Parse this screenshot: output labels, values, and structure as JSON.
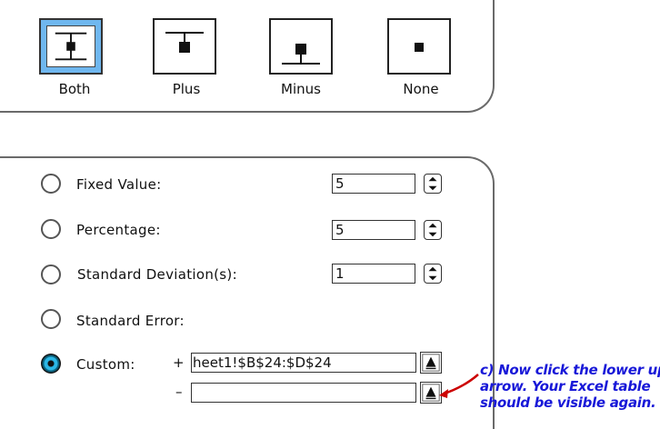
{
  "error_bar_direction": {
    "options": [
      {
        "id": "both",
        "label": "Both",
        "icon": "error-bar-both-icon",
        "selected": true
      },
      {
        "id": "plus",
        "label": "Plus",
        "icon": "error-bar-plus-icon",
        "selected": false
      },
      {
        "id": "minus",
        "label": "Minus",
        "icon": "error-bar-minus-icon",
        "selected": false
      },
      {
        "id": "none",
        "label": "None",
        "icon": "error-bar-none-icon",
        "selected": false
      }
    ],
    "selected_color": "#6fb7ef"
  },
  "error_amount": {
    "options": [
      {
        "id": "fixed",
        "label": "Fixed Value:",
        "value": "5",
        "checked": false
      },
      {
        "id": "percentage",
        "label": "Percentage:",
        "value": "5",
        "checked": false
      },
      {
        "id": "stdev",
        "label": "Standard Deviation(s):",
        "value": "1",
        "checked": false
      },
      {
        "id": "stderr",
        "label": "Standard Error:",
        "checked": false
      },
      {
        "id": "custom",
        "label": "Custom:",
        "checked": true
      }
    ],
    "custom": {
      "plus_sign": "+",
      "minus_sign": "–",
      "plus_value": "heet1!$B$24:$D$24",
      "minus_value": ""
    }
  },
  "annotation": {
    "lines": [
      "c) Now click the lower up",
      "arrow.  Your Excel table",
      "should be visible again."
    ],
    "color": "#1818d8",
    "arrow_color": "#cc0000"
  }
}
